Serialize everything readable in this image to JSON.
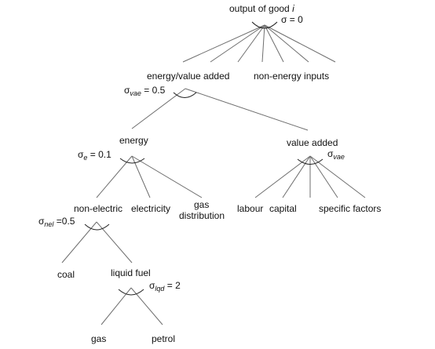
{
  "nodes": {
    "output": {
      "label": "output of good ",
      "label_italic": "i"
    },
    "energy_va": {
      "label": "energy/value added"
    },
    "non_energy": {
      "label": "non-energy inputs"
    },
    "energy": {
      "label": "energy"
    },
    "value_added": {
      "label": "value added"
    },
    "non_electric": {
      "label": "non-electric"
    },
    "electricity": {
      "label": "electricity"
    },
    "gas_dist_1": {
      "label": "gas"
    },
    "gas_dist_2": {
      "label": "distribution"
    },
    "labour": {
      "label": "labour"
    },
    "capital": {
      "label": "capital"
    },
    "specific": {
      "label": "specific factors"
    },
    "coal": {
      "label": "coal"
    },
    "liquid_fuel": {
      "label": "liquid fuel"
    },
    "gas": {
      "label": "gas"
    },
    "petrol": {
      "label": "petrol"
    }
  },
  "elasticities": {
    "top": {
      "symbol": "σ",
      "suffix": " = 0"
    },
    "vae": {
      "symbol": "σ",
      "sub": "vae",
      "suffix": " = 0.5"
    },
    "e": {
      "symbol": "σ",
      "sub": "e",
      "suffix": " = 0.1"
    },
    "va": {
      "symbol": "σ",
      "sub": "vae",
      "suffix": ""
    },
    "nel": {
      "symbol": "σ",
      "sub": "nel",
      "suffix": " =0.5"
    },
    "lqd": {
      "symbol": "σ",
      "sub": "lqd",
      "suffix": " = 2"
    }
  }
}
